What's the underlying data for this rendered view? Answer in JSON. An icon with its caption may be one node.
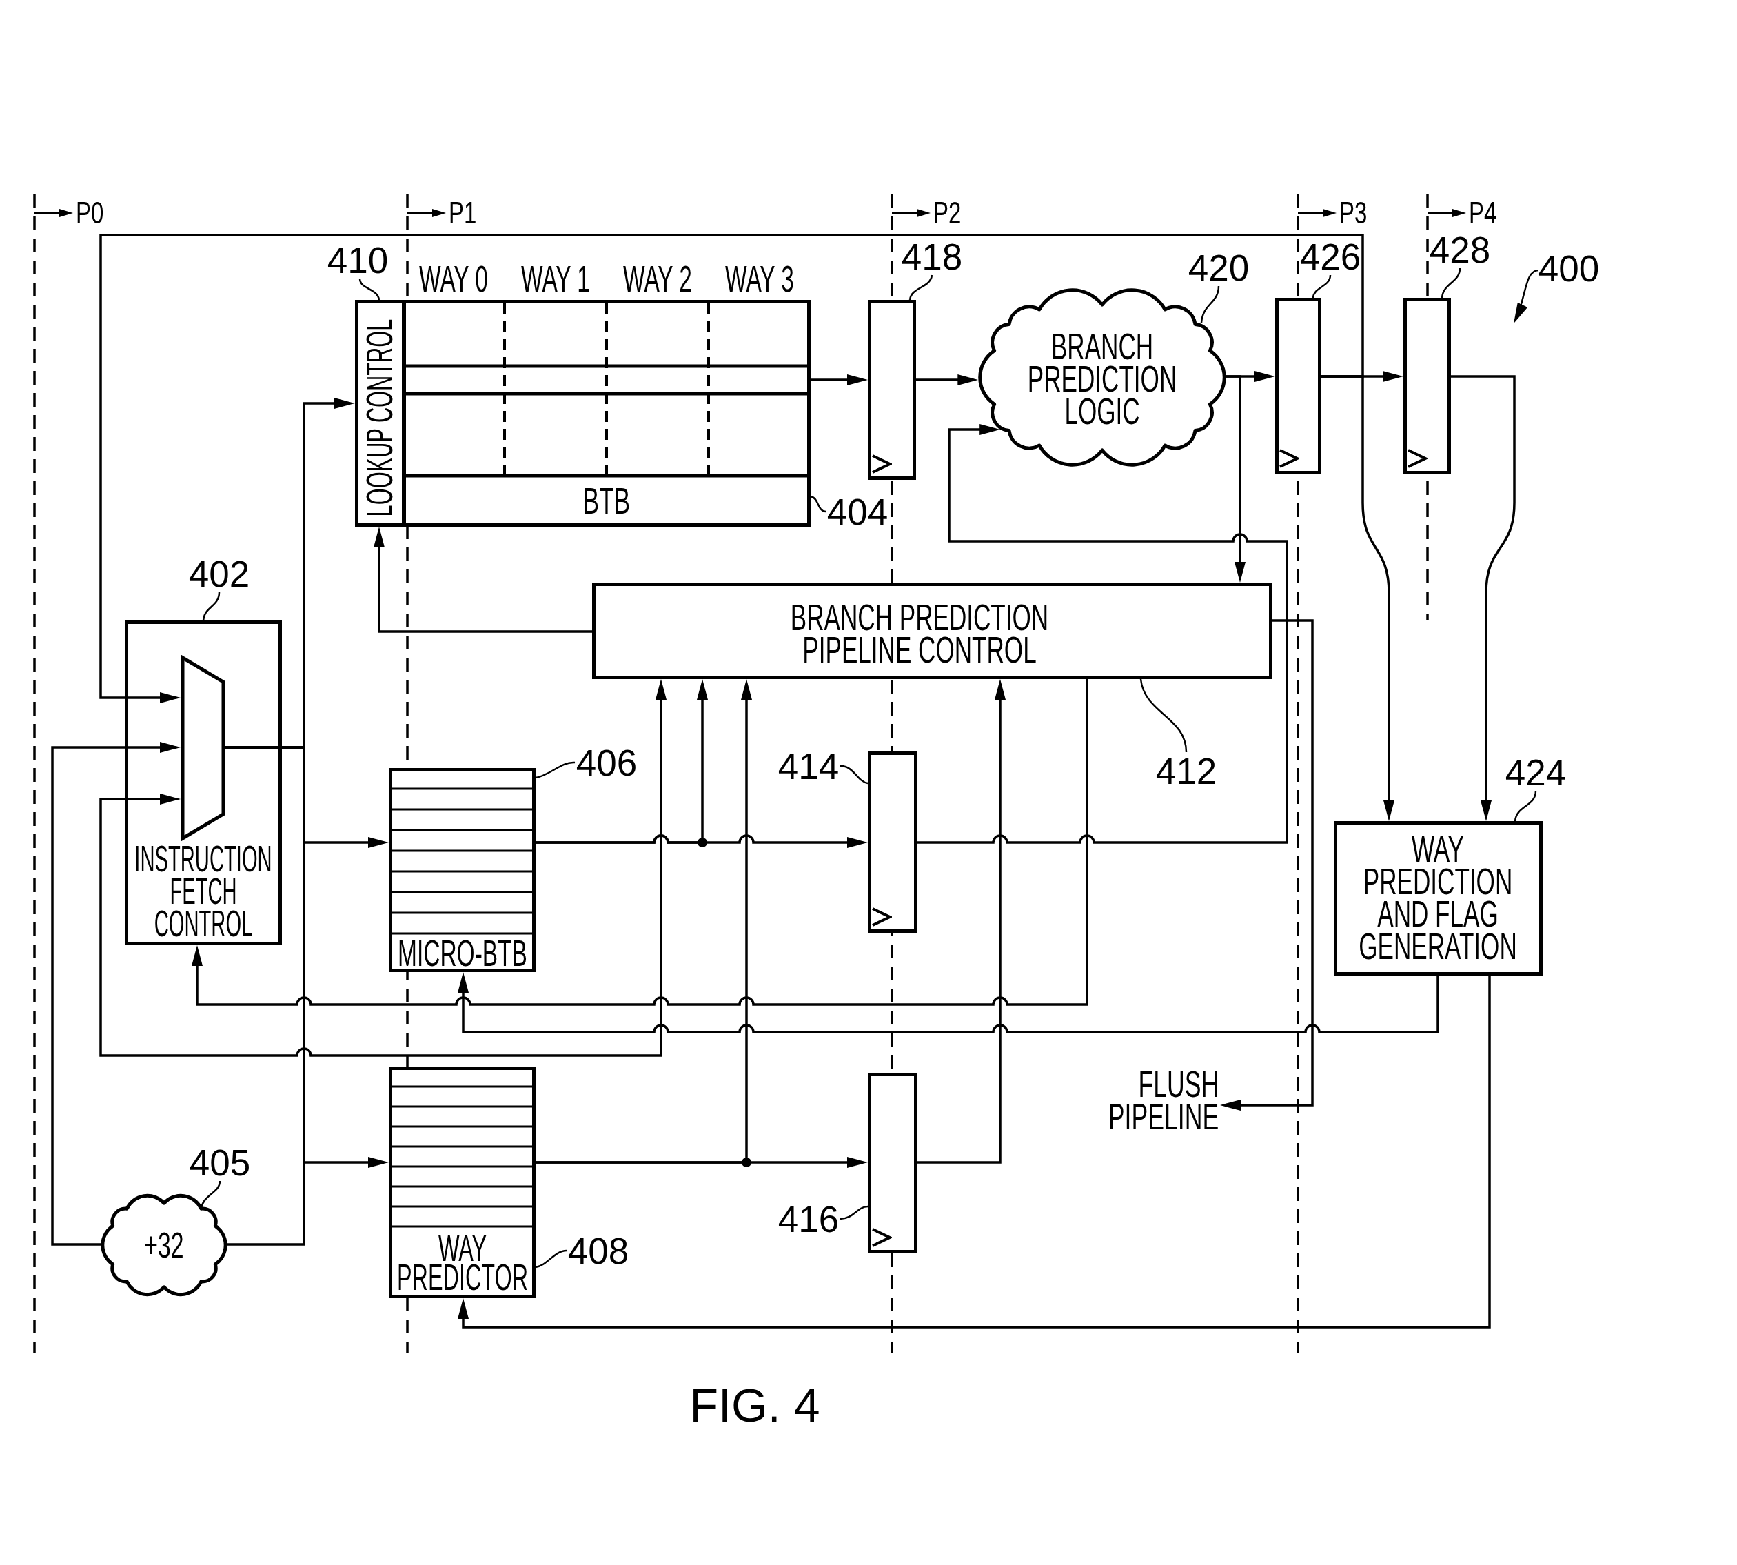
{
  "diagram": {
    "caption": "FIG. 4",
    "nodes": [
      {
        "text": [
          "410"
        ]
      },
      {
        "text": [
          "LOOKUP CONTROL"
        ]
      },
      {
        "text": [
          "WAY 0",
          "WAY 1",
          "WAY 2",
          "WAY 3",
          "BTB"
        ]
      },
      {
        "text": [
          "404"
        ]
      },
      {
        "text": [
          "418"
        ]
      },
      {
        "text": [],
        "shape": "box"
      },
      {
        "text": [
          "BRANCH PREDICTION LOGIC"
        ]
      },
      {
        "text": [
          "420"
        ]
      },
      {
        "text": [],
        "shape": "box"
      },
      {
        "text": [
          "426"
        ]
      },
      {
        "text": [],
        "shape": "box"
      },
      {
        "text": [
          "428"
        ]
      },
      {
        "text": [
          "400"
        ]
      },
      {
        "text": [
          "402"
        ]
      },
      {
        "text": [
          "INSTRUCTION FETCH CONTROL"
        ]
      },
      {
        "text": [],
        "shape": "trapezoid",
        "in": 14
      },
      {
        "text": [
          "BRANCH PREDICTION PIPELINE CONTROL"
        ]
      },
      {
        "text": [
          "412"
        ]
      },
      {
        "text": [
          "MICRO-BTB"
        ]
      },
      {
        "text": [
          "406"
        ]
      },
      {
        "text": [
          "414"
        ]
      },
      {
        "text": [],
        "shape": "box"
      },
      {
        "text": [
          "424"
        ]
      },
      {
        "text": [
          "WAY PREDICTION AND FLAG GENERATION"
        ]
      },
      {
        "text": [
          "FLUSH PIPELINE"
        ]
      },
      {
        "text": [
          "405"
        ]
      },
      {
        "text": [
          "+32"
        ]
      },
      {
        "text": [
          "WAY PREDICTOR"
        ]
      },
      {
        "text": [
          "408"
        ]
      },
      {
        "text": [
          "416"
        ]
      },
      {
        "text": [],
        "shape": "box"
      }
    ],
    "edges": [
      {
        "from": 0,
        "to": 1,
        "arrow": "none"
      },
      {
        "from": 3,
        "to": 2,
        "arrow": "none"
      },
      {
        "from": 4,
        "to": 5,
        "arrow": "none"
      },
      {
        "from": 7,
        "to": 6,
        "arrow": "none"
      },
      {
        "from": 9,
        "to": 8,
        "arrow": "none"
      },
      {
        "from": 11,
        "to": 10,
        "arrow": "none"
      },
      {
        "from": 12,
        "to": null,
        "arrow": "to"
      },
      {
        "from": 13,
        "to": 14,
        "arrow": "none"
      },
      {
        "from": 17,
        "to": 16,
        "arrow": "none"
      },
      {
        "from": 19,
        "to": 18,
        "arrow": "none"
      },
      {
        "from": 20,
        "to": 21,
        "arrow": "none"
      },
      {
        "from": 22,
        "to": 23,
        "arrow": "none"
      },
      {
        "from": 25,
        "to": 26,
        "arrow": "none"
      },
      {
        "from": 28,
        "to": 27,
        "arrow": "none"
      },
      {
        "from": 29,
        "to": 30,
        "arrow": "none"
      },
      {
        "from": 2,
        "to": 5,
        "arrow": "to"
      },
      {
        "from": 5,
        "to": 6,
        "arrow": "to"
      },
      {
        "from": 6,
        "to": 8,
        "arrow": "to"
      },
      {
        "from": 6,
        "to": 16,
        "arrow": "to"
      },
      {
        "from": 8,
        "to": 10,
        "arrow": "to"
      },
      {
        "from": 8,
        "to": 15,
        "arrow": "to"
      },
      {
        "from": 8,
        "to": 23,
        "arrow": "to"
      },
      {
        "from": 10,
        "to": 23,
        "arrow": "to"
      },
      {
        "from": 15,
        "to": 1,
        "arrow": "to"
      },
      {
        "from": 15,
        "to": 18,
        "arrow": "to"
      },
      {
        "from": 15,
        "to": 27,
        "arrow": "to"
      },
      {
        "from": 15,
        "to": 26,
        "arrow": "none"
      },
      {
        "from": 26,
        "to": 15,
        "arrow": "to"
      },
      {
        "from": 16,
        "to": 1,
        "arrow": "to"
      },
      {
        "from": 16,
        "to": 15,
        "arrow": "both"
      },
      {
        "from": 18,
        "to": 21,
        "arrow": "to"
      },
      {
        "from": 18,
        "to": 16,
        "arrow": "to"
      },
      {
        "from": 27,
        "to": 30,
        "arrow": "to"
      },
      {
        "from": 27,
        "to": 16,
        "arrow": "to"
      },
      {
        "from": 21,
        "to": 6,
        "arrow": "to"
      },
      {
        "from": 30,
        "to": 16,
        "arrow": "to"
      },
      {
        "from": 16,
        "to": 14,
        "arrow": "to"
      },
      {
        "from": 16,
        "to": 24,
        "arrow": "to"
      },
      {
        "from": 23,
        "to": 18,
        "arrow": "to"
      },
      {
        "from": 23,
        "to": 27,
        "arrow": "to"
      }
    ],
    "labels": [
      "P0",
      "P1",
      "P2",
      "P3",
      "P4"
    ]
  }
}
